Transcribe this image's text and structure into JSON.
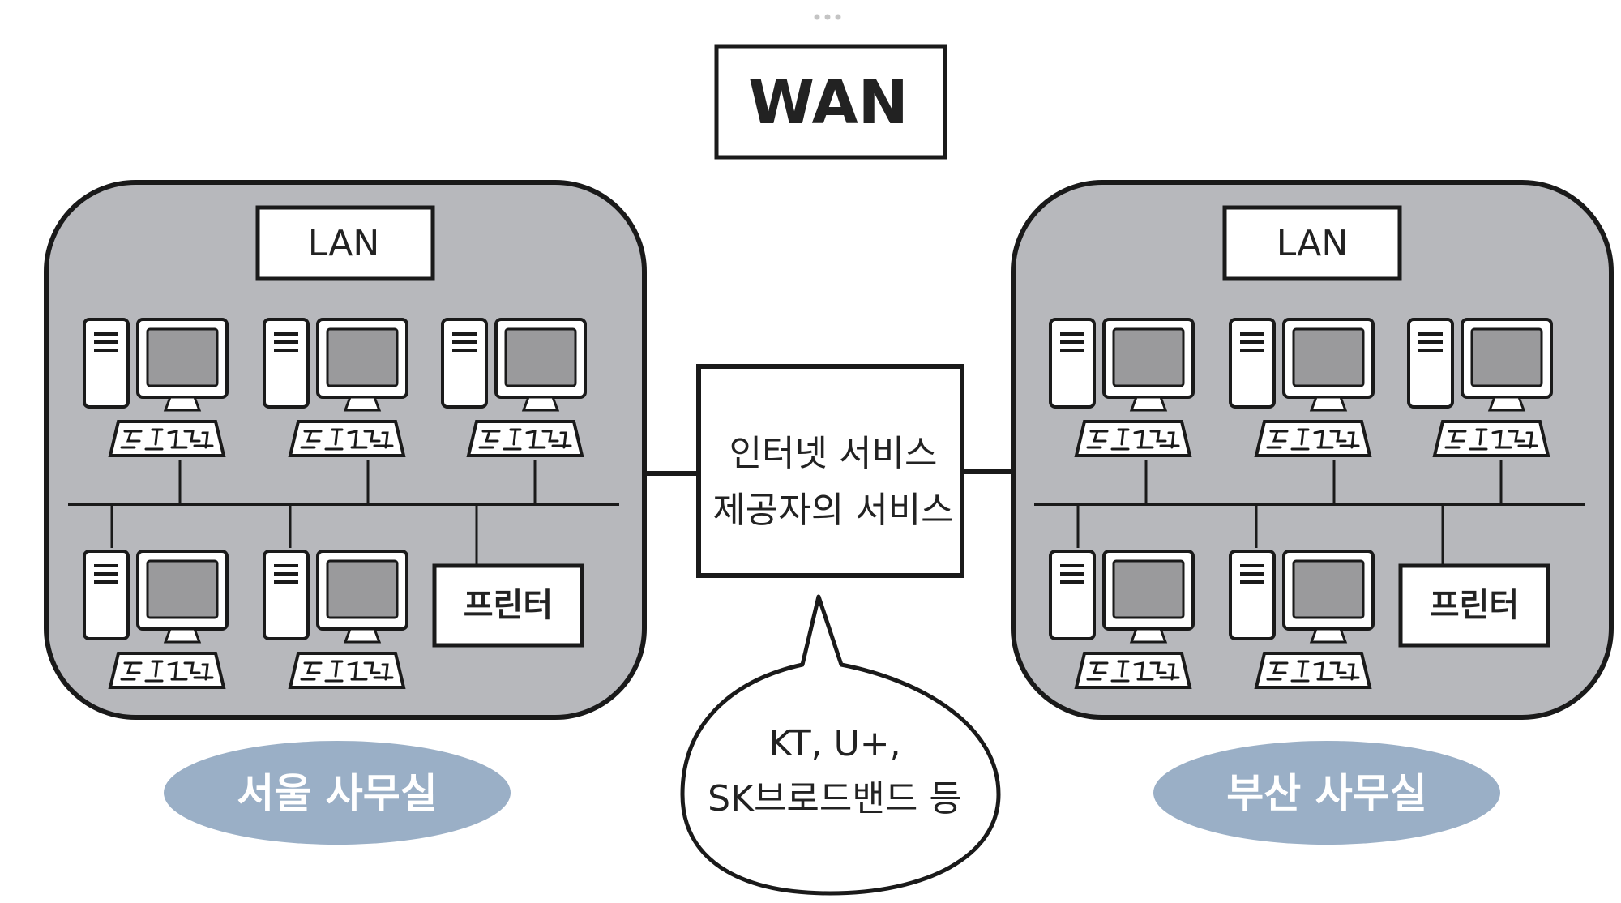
{
  "diagram": {
    "title": "WAN",
    "lan_left": {
      "label": "LAN",
      "printer": "프린터",
      "office": "서울 사무실"
    },
    "lan_right": {
      "label": "LAN",
      "printer": "프린터",
      "office": "부산 사무실"
    },
    "isp_box": {
      "line1": "인터넷 서비스",
      "line2": "제공자의 서비스"
    },
    "speech_bubble": {
      "line1": "KT, U+,",
      "line2": "SK브로드밴드 등"
    }
  },
  "colors": {
    "lan_fill": "#b7b8bc",
    "office_badge": "#9aafc6",
    "stroke": "#1a1a1a",
    "screen": "#9a9a9c",
    "white": "#ffffff"
  }
}
